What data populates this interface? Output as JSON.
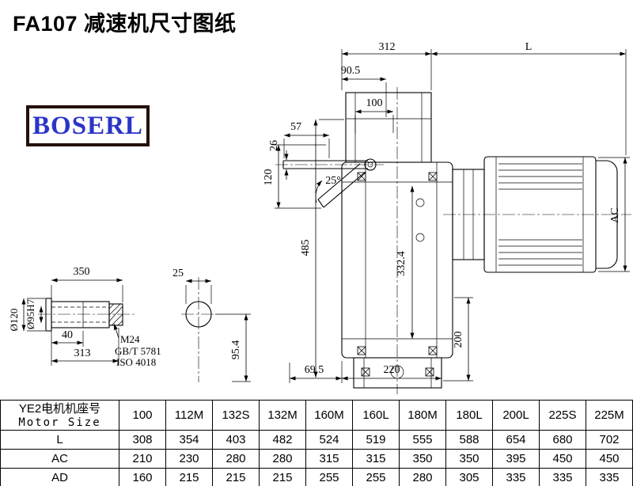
{
  "page": {
    "title": "FA107 减速机尺寸图纸",
    "logo_text": "BOSERL"
  },
  "drawing": {
    "dims": {
      "top_width": "312",
      "motor_length": "L",
      "d90_5": "90.5",
      "d100": "100",
      "d57": "57",
      "d26": "26",
      "d120": "120",
      "angle": "25°",
      "d485": "485",
      "d332_4": "332.4",
      "motor_ac": "AC",
      "d200": "200",
      "d69_5": "69.5",
      "d220": "220",
      "shaft_350": "350",
      "end_25": "25",
      "d40": "40",
      "d313": "313",
      "thread": "M24",
      "std_gb": "GB/T 5781",
      "std_iso": "ISO 4018",
      "dia_120": "Ø120",
      "dia_95": "Ø95H7",
      "d95_4": "95.4"
    }
  },
  "table": {
    "header_cn": "YE2电机机座号",
    "header_en": "Motor Size",
    "columns": [
      "100",
      "112M",
      "132S",
      "132M",
      "160M",
      "160L",
      "180M",
      "180L",
      "200L",
      "225S",
      "225M"
    ],
    "rows": [
      {
        "label": "L",
        "values": [
          "308",
          "354",
          "403",
          "482",
          "524",
          "519",
          "555",
          "588",
          "654",
          "680",
          "702"
        ]
      },
      {
        "label": "AC",
        "values": [
          "210",
          "230",
          "280",
          "280",
          "315",
          "315",
          "350",
          "350",
          "395",
          "450",
          "450"
        ]
      },
      {
        "label": "AD",
        "values": [
          "160",
          "215",
          "215",
          "215",
          "255",
          "255",
          "280",
          "305",
          "335",
          "335",
          "335"
        ]
      }
    ]
  },
  "colors": {
    "line": "#000000",
    "logo_text": "#2a35c8",
    "logo_border": "#241008"
  }
}
